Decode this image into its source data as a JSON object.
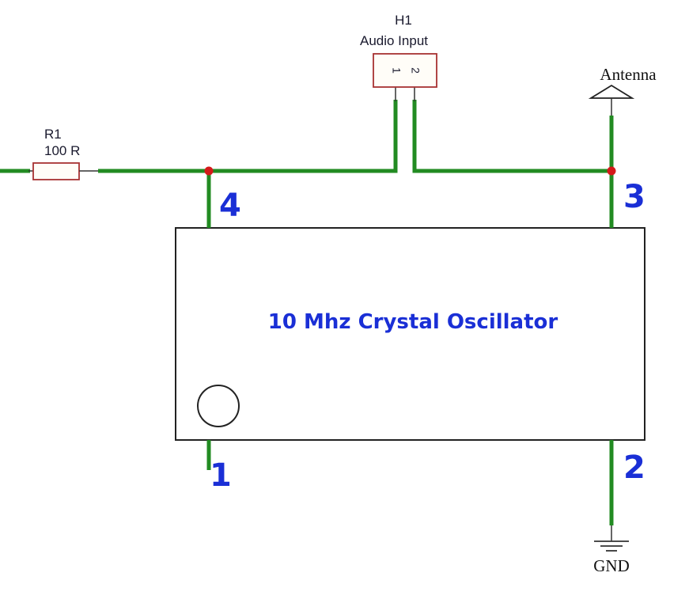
{
  "resistor": {
    "ref": "R1",
    "value": "100 R"
  },
  "header": {
    "ref": "H1",
    "name": "Audio Input",
    "pins": [
      "1",
      "2"
    ]
  },
  "antenna": {
    "label": "Antenna"
  },
  "ground": {
    "label": "GND"
  },
  "oscillator": {
    "title": "10 Mhz Crystal Oscillator",
    "pins": {
      "p1": "1",
      "p2": "2",
      "p3": "3",
      "p4": "4"
    }
  },
  "colors": {
    "wire": "#228B22",
    "pin_number": "#1a2fd6",
    "junction": "#d41a1a",
    "part_outline": "#a83232"
  }
}
